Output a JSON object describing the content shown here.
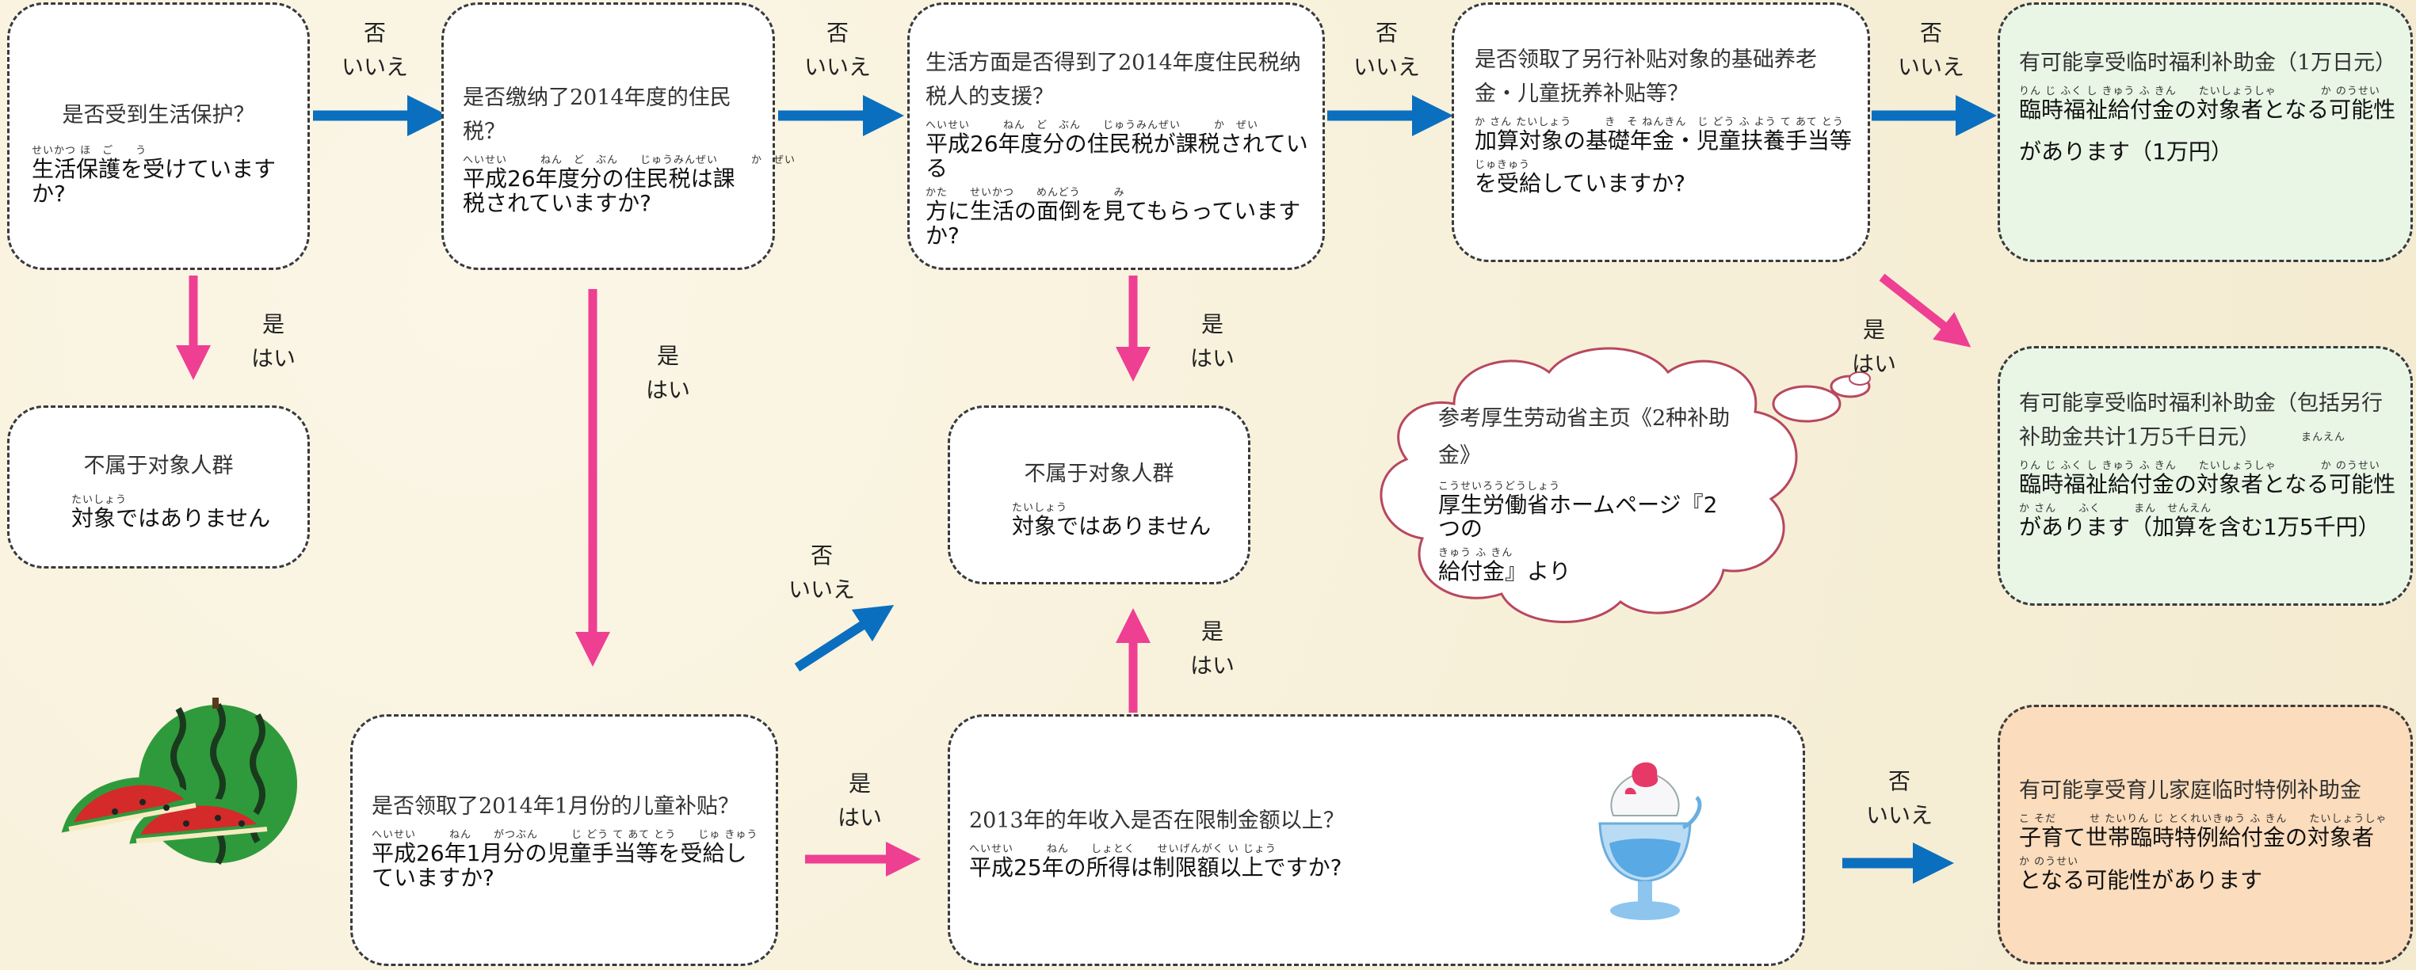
{
  "boxes": {
    "b1": {
      "cn": "是否受到生活保护？",
      "ruby": "せいかつ ほ　ご　　う",
      "jp": "生活保護を受けていますか?"
    },
    "b2": {
      "cn": "是否缴纳了2014年度的住民税？",
      "ruby": "へいせい　　　ねん　ど　ぶん　　じゅうみんぜい　　　か　ぜい",
      "jp": "平成26年度分の住民税は課税されていますか?"
    },
    "b3": {
      "cn": "生活方面是否得到了2014年度住民税纳税人的支援？",
      "ruby": "へいせい　　　ねん　ど　ぶん　　じゅうみんぜい　　　か　ぜい",
      "jp1": "平成26年度分の住民税が課税されている",
      "ruby2": "かた　　せいかつ　　めんどう　　　み",
      "jp2": "方に生活の面倒を見てもらっていますか?"
    },
    "b4": {
      "cn": "是否领取了另行补贴对象的基础养老金・儿童抚养补贴等？",
      "ruby": "か さん たいしょう　　　き　そ ねんきん　じ どう ふ よう て あて とう",
      "jp1": "加算対象の基礎年金・児童扶養手当等",
      "ruby2": "じゅきゅう",
      "jp2": "を受給していますか?"
    },
    "b5": {
      "cn": "有可能享受临时福利补助金（1万日元）",
      "ruby": "りん じ ふく し きゅう ふ きん　　たいしょうしゃ　　　　か のうせい",
      "jp1": "臨時福祉給付金の対象者となる可能性",
      "jp2": "があります（1万円）"
    },
    "b6": {
      "cn": "不属于对象人群",
      "ruby": "たいしょう",
      "jp": "対象ではありません"
    },
    "b7": {
      "cn": "不属于对象人群",
      "ruby": "たいしょう",
      "jp": "対象ではありません"
    },
    "b8": {
      "cn": "有可能享受临时福利补助金（包括另行补助金共计1万5千日元）",
      "ruby": "りん じ ふく し きゅう ふ きん　　たいしょうしゃ　　　　か のうせい",
      "jp1": "臨時福祉給付金の対象者となる可能性",
      "ruby2": "か さん　　ふく　　　まん　せんえん",
      "jp2": "があります（加算を含む1万5千円）",
      "ruby0": "まんえん"
    },
    "b9": {
      "cn": "是否领取了2014年1月份的儿童补贴？",
      "ruby": "へいせい　　　ねん　　がつぶん　　　じ どう て あて とう　　じゅ きゅう",
      "jp": "平成26年1月分の児童手当等を受給していますか?"
    },
    "b10": {
      "cn": "2013年的年收入是否在限制金额以上？",
      "ruby": "へいせい　　　ねん　　しょとく　　せいげんがく い じょう",
      "jp": "平成25年の所得は制限額以上ですか?"
    },
    "b11": {
      "cn": "有可能享受育儿家庭临时特例补助金",
      "ruby": "こ そだ　　　せ たいりん じ とくれいきゅう ふ きん　　たいしょうしゃ",
      "jp1": "子育て世帯臨時特例給付金の対象者",
      "ruby2": "か のうせい",
      "jp2": "となる可能性があります"
    }
  },
  "cloud": {
    "cn": "参考厚生劳动省主页《2种补助金》",
    "ruby": "こうせいろうどうしょう",
    "jp1": "厚生労働省ホームページ『2つの",
    "ruby2": "きゅう ふ きん",
    "jp2": "給付金』より"
  },
  "labels": {
    "no_cn": "否",
    "no_jp": "いいえ",
    "yes_cn": "是",
    "yes_jp": "はい"
  },
  "colors": {
    "no_arrow": "#0a6fbf",
    "yes_arrow": "#ee3f93",
    "green_box": "#e9f6e6",
    "orange_box": "#fbdcbc",
    "cloud_border": "#b8475f"
  },
  "icons": [
    "watermelon-illustration",
    "shaved-ice-illustration",
    "thought-cloud"
  ]
}
